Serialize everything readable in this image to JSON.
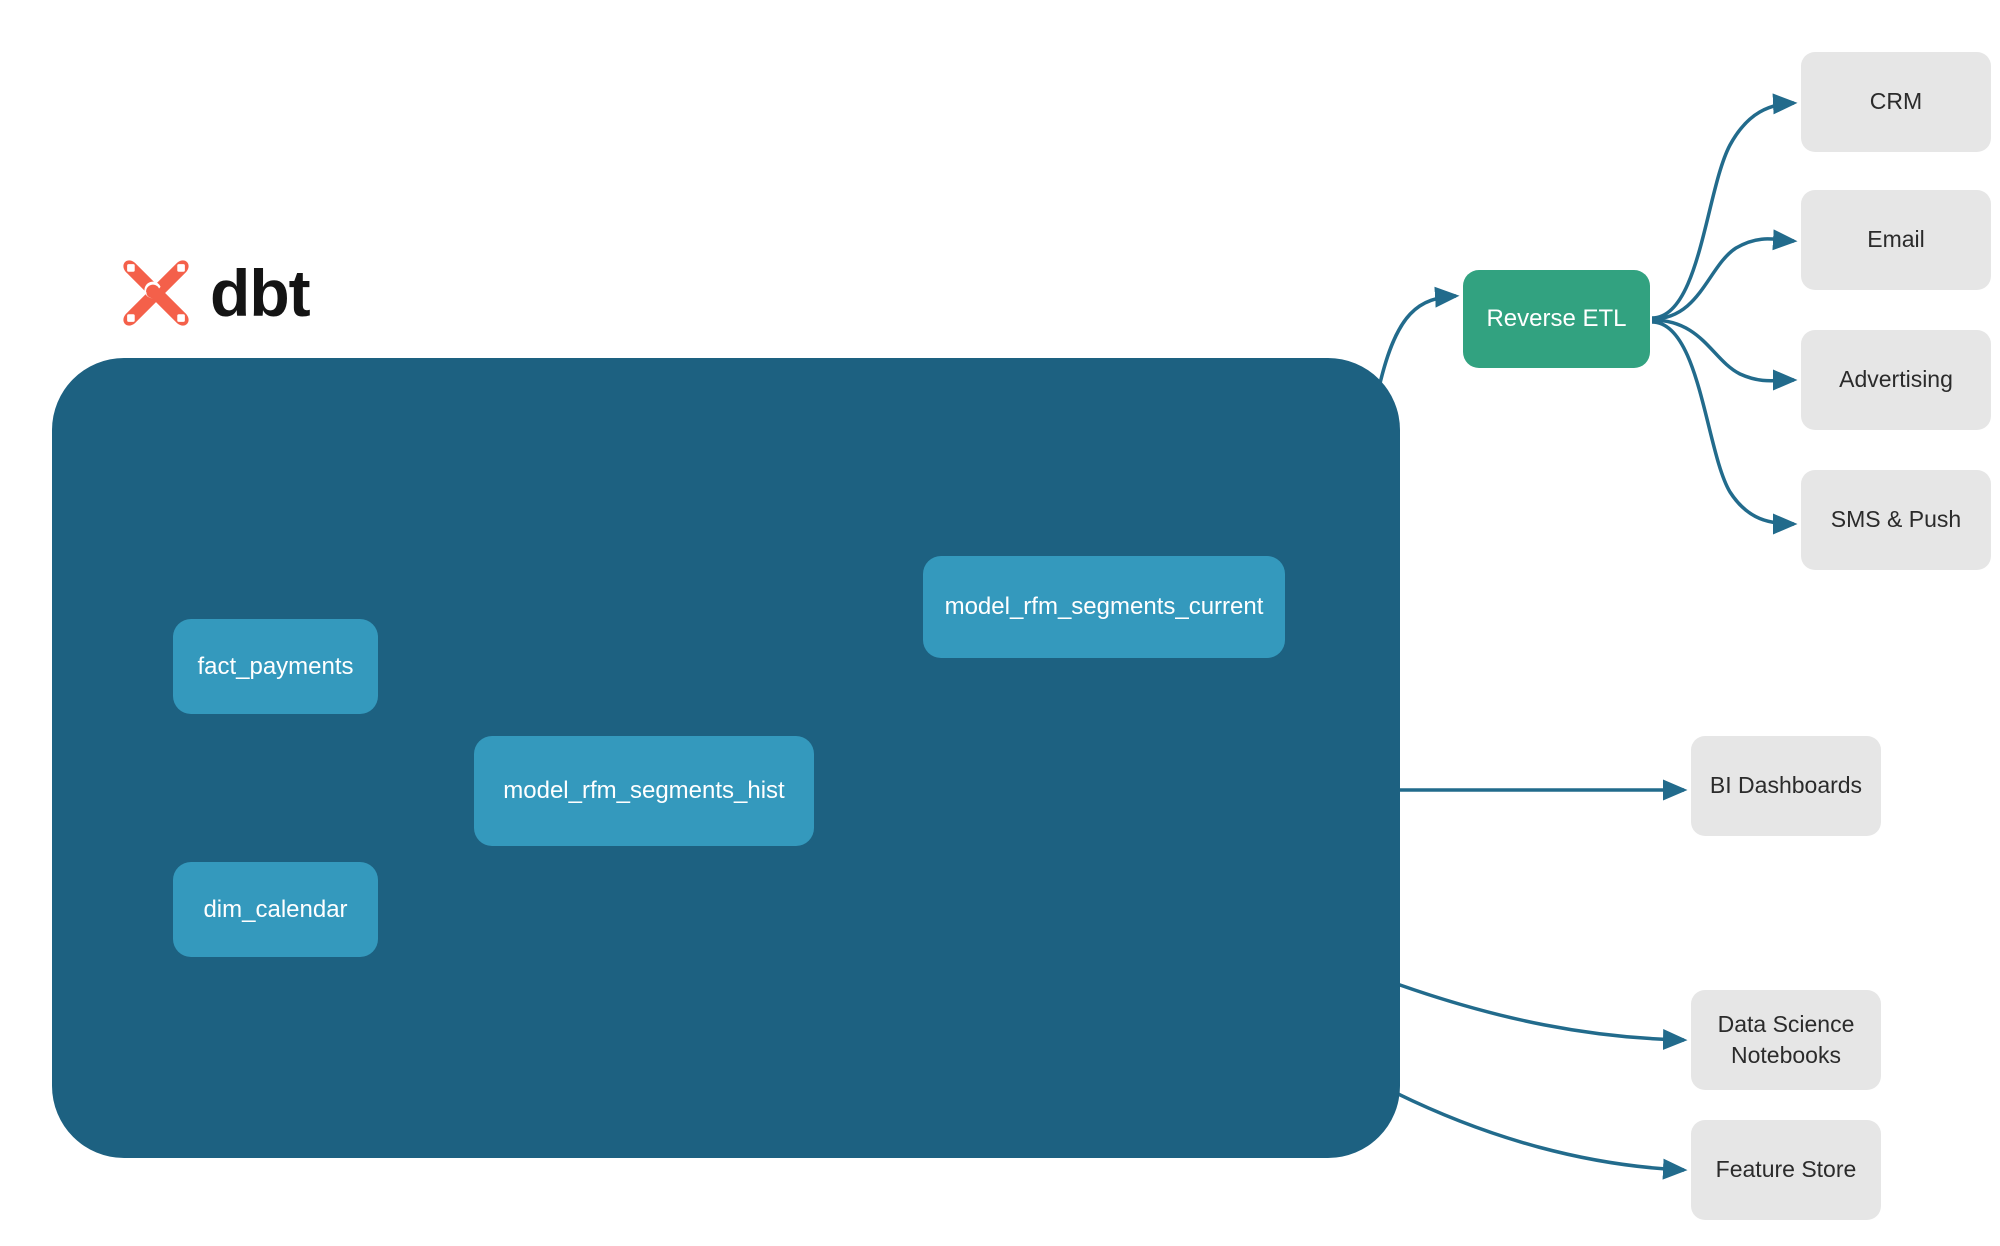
{
  "brand": {
    "name": "dbt",
    "logo_icon": "dbt-logo-icon"
  },
  "colors": {
    "container": "#1d6181",
    "model_node": "#3499bd",
    "reverse_etl": "#32a280",
    "destination": "#e6e6e6",
    "edge_inside": "#2f87a8",
    "edge_outside": "#226b8c",
    "logo_orange": "#f4604a",
    "background": "#ffffff"
  },
  "diagram": {
    "container_label": "dbt",
    "models": [
      {
        "id": "fact_payments",
        "label": "fact_payments"
      },
      {
        "id": "dim_calendar",
        "label": "dim_calendar"
      },
      {
        "id": "model_rfm_segments_hist",
        "label": "model_rfm_segments_hist"
      },
      {
        "id": "model_rfm_segments_current",
        "label": "model_rfm_segments_current"
      }
    ],
    "reverse_etl": {
      "id": "reverse_etl",
      "label": "Reverse ETL"
    },
    "activation_destinations": [
      {
        "id": "crm",
        "label": "CRM"
      },
      {
        "id": "email",
        "label": "Email"
      },
      {
        "id": "advertising",
        "label": "Advertising"
      },
      {
        "id": "sms_push",
        "label": "SMS & Push"
      }
    ],
    "analytics_destinations": [
      {
        "id": "bi_dashboards",
        "label": "BI Dashboards"
      },
      {
        "id": "data_science_notebooks",
        "label_line1": "Data Science",
        "label_line2": "Notebooks"
      },
      {
        "id": "feature_store",
        "label": "Feature Store"
      }
    ],
    "edges": [
      {
        "from": "fact_payments",
        "to": "model_rfm_segments_hist"
      },
      {
        "from": "dim_calendar",
        "to": "model_rfm_segments_hist"
      },
      {
        "from": "model_rfm_segments_hist",
        "to": "model_rfm_segments_current"
      },
      {
        "from": "model_rfm_segments_current",
        "to": "reverse_etl"
      },
      {
        "from": "model_rfm_segments_hist",
        "to": "bi_dashboards"
      },
      {
        "from": "model_rfm_segments_hist",
        "to": "data_science_notebooks"
      },
      {
        "from": "model_rfm_segments_hist",
        "to": "feature_store"
      },
      {
        "from": "reverse_etl",
        "to": "crm"
      },
      {
        "from": "reverse_etl",
        "to": "email"
      },
      {
        "from": "reverse_etl",
        "to": "advertising"
      },
      {
        "from": "reverse_etl",
        "to": "sms_push"
      }
    ]
  }
}
